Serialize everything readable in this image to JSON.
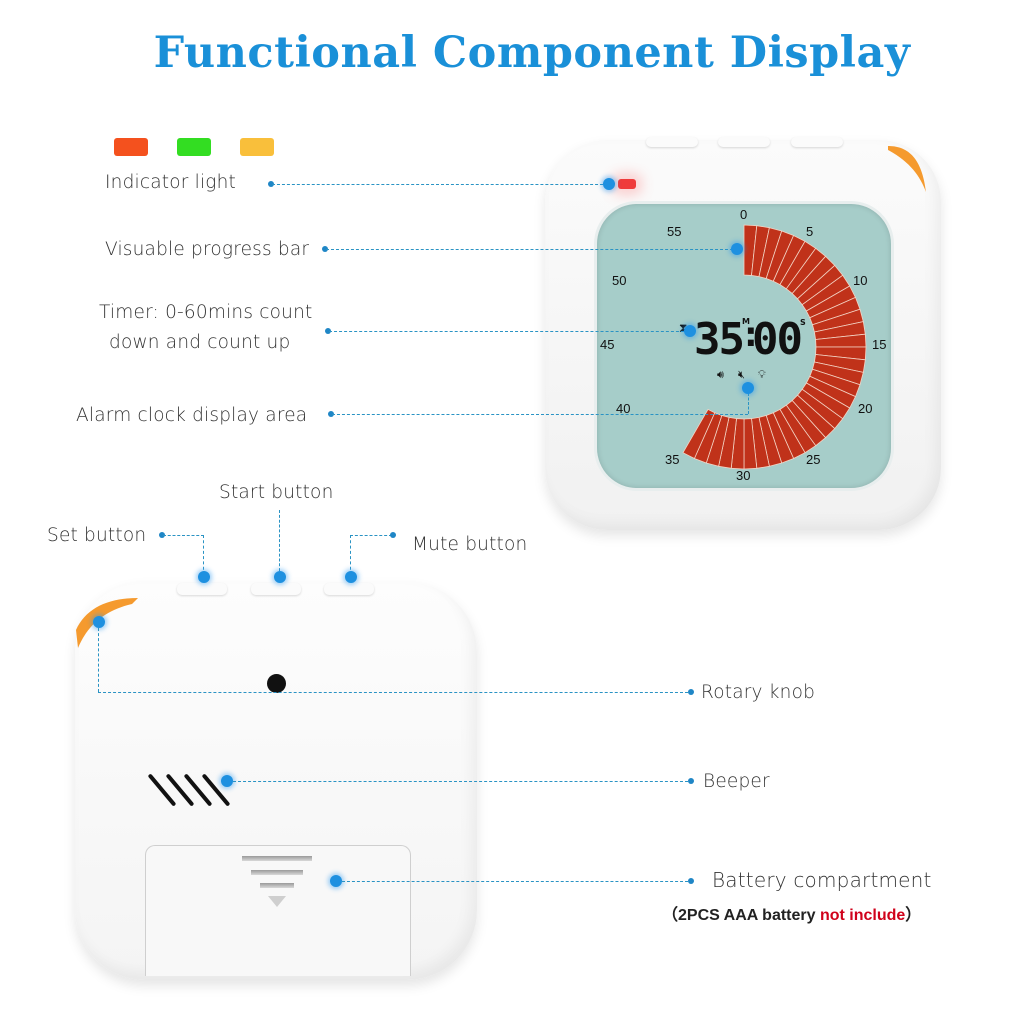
{
  "title": "Functional Component Display",
  "indicator_colors": [
    "#f4511e",
    "#33dd22",
    "#f9bf3b"
  ],
  "colors": {
    "title": "#1a90d8",
    "leader_line": "#2a93c4",
    "progress_bar": "#c0321a",
    "screen": "#a6cdc9",
    "knob": "#f59a2e",
    "warning_text": "#d0021b"
  },
  "labels": {
    "indicator_light": "Indicator light",
    "progress_bar": "Visuable progress bar",
    "timer_line1": "Timer: 0-60mins count",
    "timer_line2": "down and count up",
    "display_area": "Alarm clock display area",
    "start_button": "Start button",
    "set_button": "Set button",
    "mute_button": "Mute button",
    "rotary_knob": "Rotary knob",
    "beeper": "Beeper",
    "battery": "Battery compartment",
    "battery_note_open": "（2PCS AAA battery ",
    "battery_note_warning": "not include",
    "battery_note_close": "）"
  },
  "display": {
    "minutes": "35",
    "seconds": "00",
    "separator": ":",
    "min_unit": "M",
    "sec_unit": "S",
    "hourglass_icon": "⧗",
    "status_icons": [
      "speaker-on-icon",
      "speaker-mute-icon",
      "bulb-icon"
    ],
    "status_glyphs": [
      "🔊︎",
      "🔇︎",
      "💡︎"
    ],
    "dial_ticks": [
      "0",
      "5",
      "10",
      "15",
      "20",
      "25",
      "30",
      "35",
      "40",
      "45",
      "50",
      "55"
    ],
    "progress_minutes": 35
  }
}
